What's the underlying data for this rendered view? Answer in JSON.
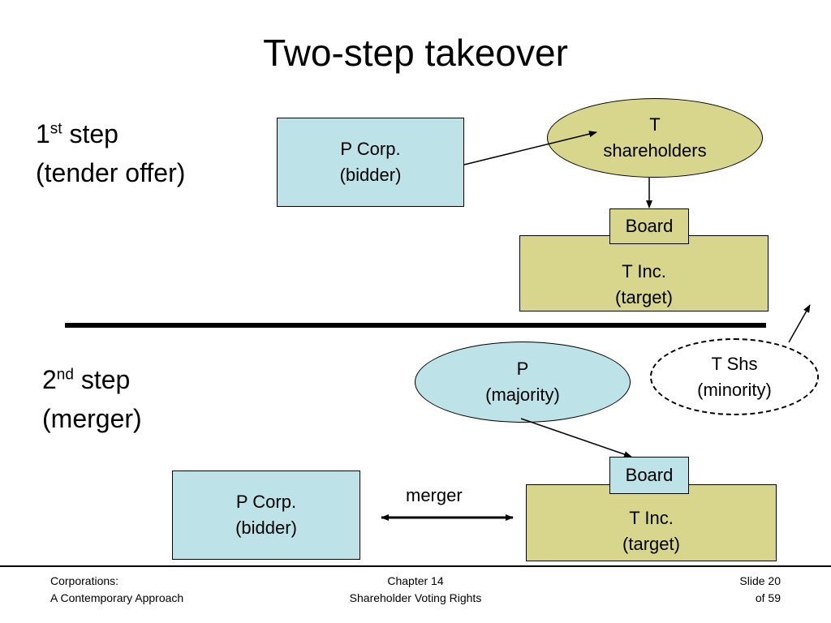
{
  "slide": {
    "title": "Two-step takeover",
    "step1": {
      "num": "1",
      "sup": "st",
      "word": "step",
      "sub": "(tender offer)"
    },
    "step2": {
      "num": "2",
      "sup": "nd",
      "word": "step",
      "sub": "(merger)"
    }
  },
  "step1_diagram": {
    "bidder": {
      "line1": "P Corp.",
      "line2": "(bidder)"
    },
    "shareholders": {
      "line1": "T",
      "line2": "shareholders"
    },
    "board": "Board",
    "target": {
      "line1": "T Inc.",
      "line2": "(target)"
    }
  },
  "step2_diagram": {
    "majority": {
      "line1": "P",
      "line2": "(majority)"
    },
    "minority": {
      "line1": "T Shs",
      "line2": "(minority)"
    },
    "board": "Board",
    "target": {
      "line1": "T Inc.",
      "line2": "(target)"
    },
    "bidder": {
      "line1": "P Corp.",
      "line2": "(bidder)"
    },
    "merger_label": "merger"
  },
  "footer": {
    "left_line1": "Corporations:",
    "left_line2": "A Contemporary Approach",
    "center_line1": "Chapter 14",
    "center_line2": "Shareholder Voting Rights",
    "right_line1": "Slide 20",
    "right_line2": "of 59"
  },
  "colors": {
    "bidder_fill": "#bde3e8",
    "target_fill": "#d8d68c"
  }
}
